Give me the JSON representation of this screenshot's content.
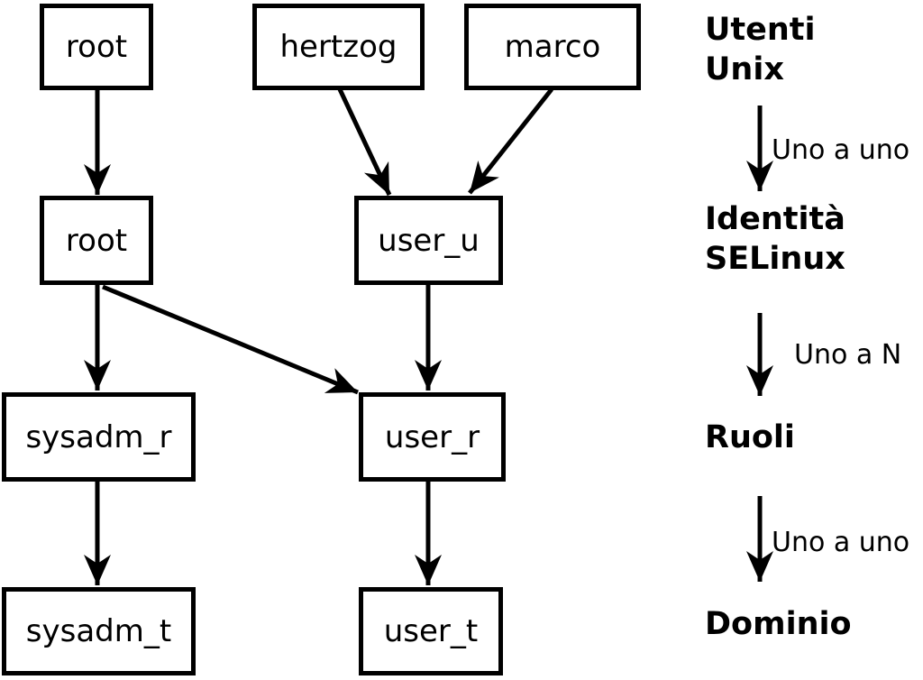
{
  "diagram": {
    "title": "",
    "colors": {
      "foreground": "#000000",
      "background": "#ffffff"
    },
    "nodes": {
      "root_unix": {
        "label": "root"
      },
      "hertzog": {
        "label": "hertzog"
      },
      "marco": {
        "label": "marco"
      },
      "root_selinux": {
        "label": "root"
      },
      "user_u": {
        "label": "user_u"
      },
      "sysadm_r": {
        "label": "sysadm_r"
      },
      "user_r": {
        "label": "user_r"
      },
      "sysadm_t": {
        "label": "sysadm_t"
      },
      "user_t": {
        "label": "user_t"
      }
    },
    "edges": [
      {
        "from": "root_unix",
        "to": "root_selinux"
      },
      {
        "from": "hertzog",
        "to": "user_u"
      },
      {
        "from": "marco",
        "to": "user_u"
      },
      {
        "from": "root_selinux",
        "to": "sysadm_r"
      },
      {
        "from": "root_selinux",
        "to": "user_r"
      },
      {
        "from": "user_u",
        "to": "user_r"
      },
      {
        "from": "sysadm_r",
        "to": "sysadm_t"
      },
      {
        "from": "user_r",
        "to": "user_t"
      }
    ],
    "legend": {
      "unix_users": {
        "line1": "Utenti",
        "line2": "Unix"
      },
      "relation_1": "Uno a uno",
      "selinux_identity": {
        "line1": "Identità",
        "line2": "SELinux"
      },
      "relation_2": "Uno a N",
      "roles": "Ruoli",
      "relation_3": "Uno a uno",
      "domain": "Dominio"
    }
  }
}
